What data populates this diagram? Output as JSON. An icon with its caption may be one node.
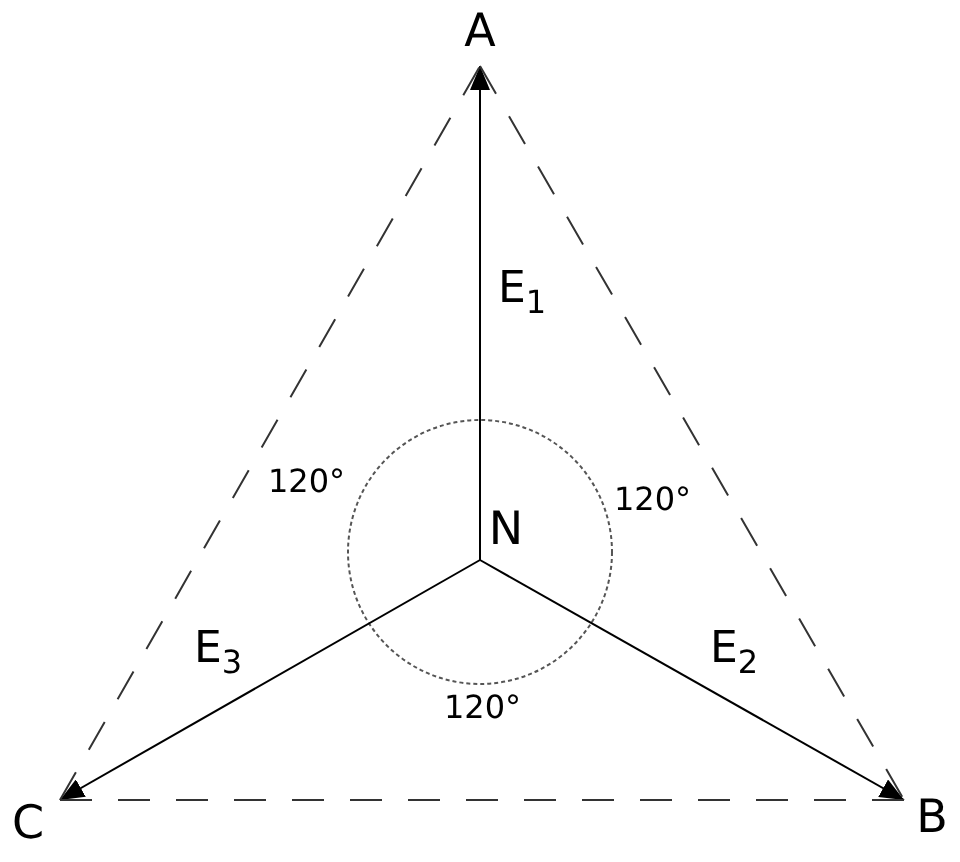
{
  "diagram": {
    "nodes": [
      {
        "text": [
          "A"
        ]
      },
      {
        "text": [
          "B"
        ]
      },
      {
        "text": [
          "C"
        ]
      },
      {
        "text": [
          "N"
        ]
      }
    ],
    "edges": [
      {
        "from": 3,
        "to": 0,
        "arrow": "to",
        "label": "E$_{1}$"
      },
      {
        "from": 3,
        "to": 1,
        "arrow": "to",
        "label": "E$_{2}$"
      },
      {
        "from": 3,
        "to": 2,
        "arrow": "to",
        "label": "E$_{3}$"
      },
      {
        "from": 0,
        "to": 1,
        "arrow": "none",
        "style": "dashed"
      },
      {
        "from": 1,
        "to": 2,
        "arrow": "none",
        "style": "dashed"
      },
      {
        "from": 2,
        "to": 0,
        "arrow": "none",
        "style": "dashed"
      }
    ],
    "labels": [
      "120°",
      "120°",
      "120°"
    ]
  }
}
